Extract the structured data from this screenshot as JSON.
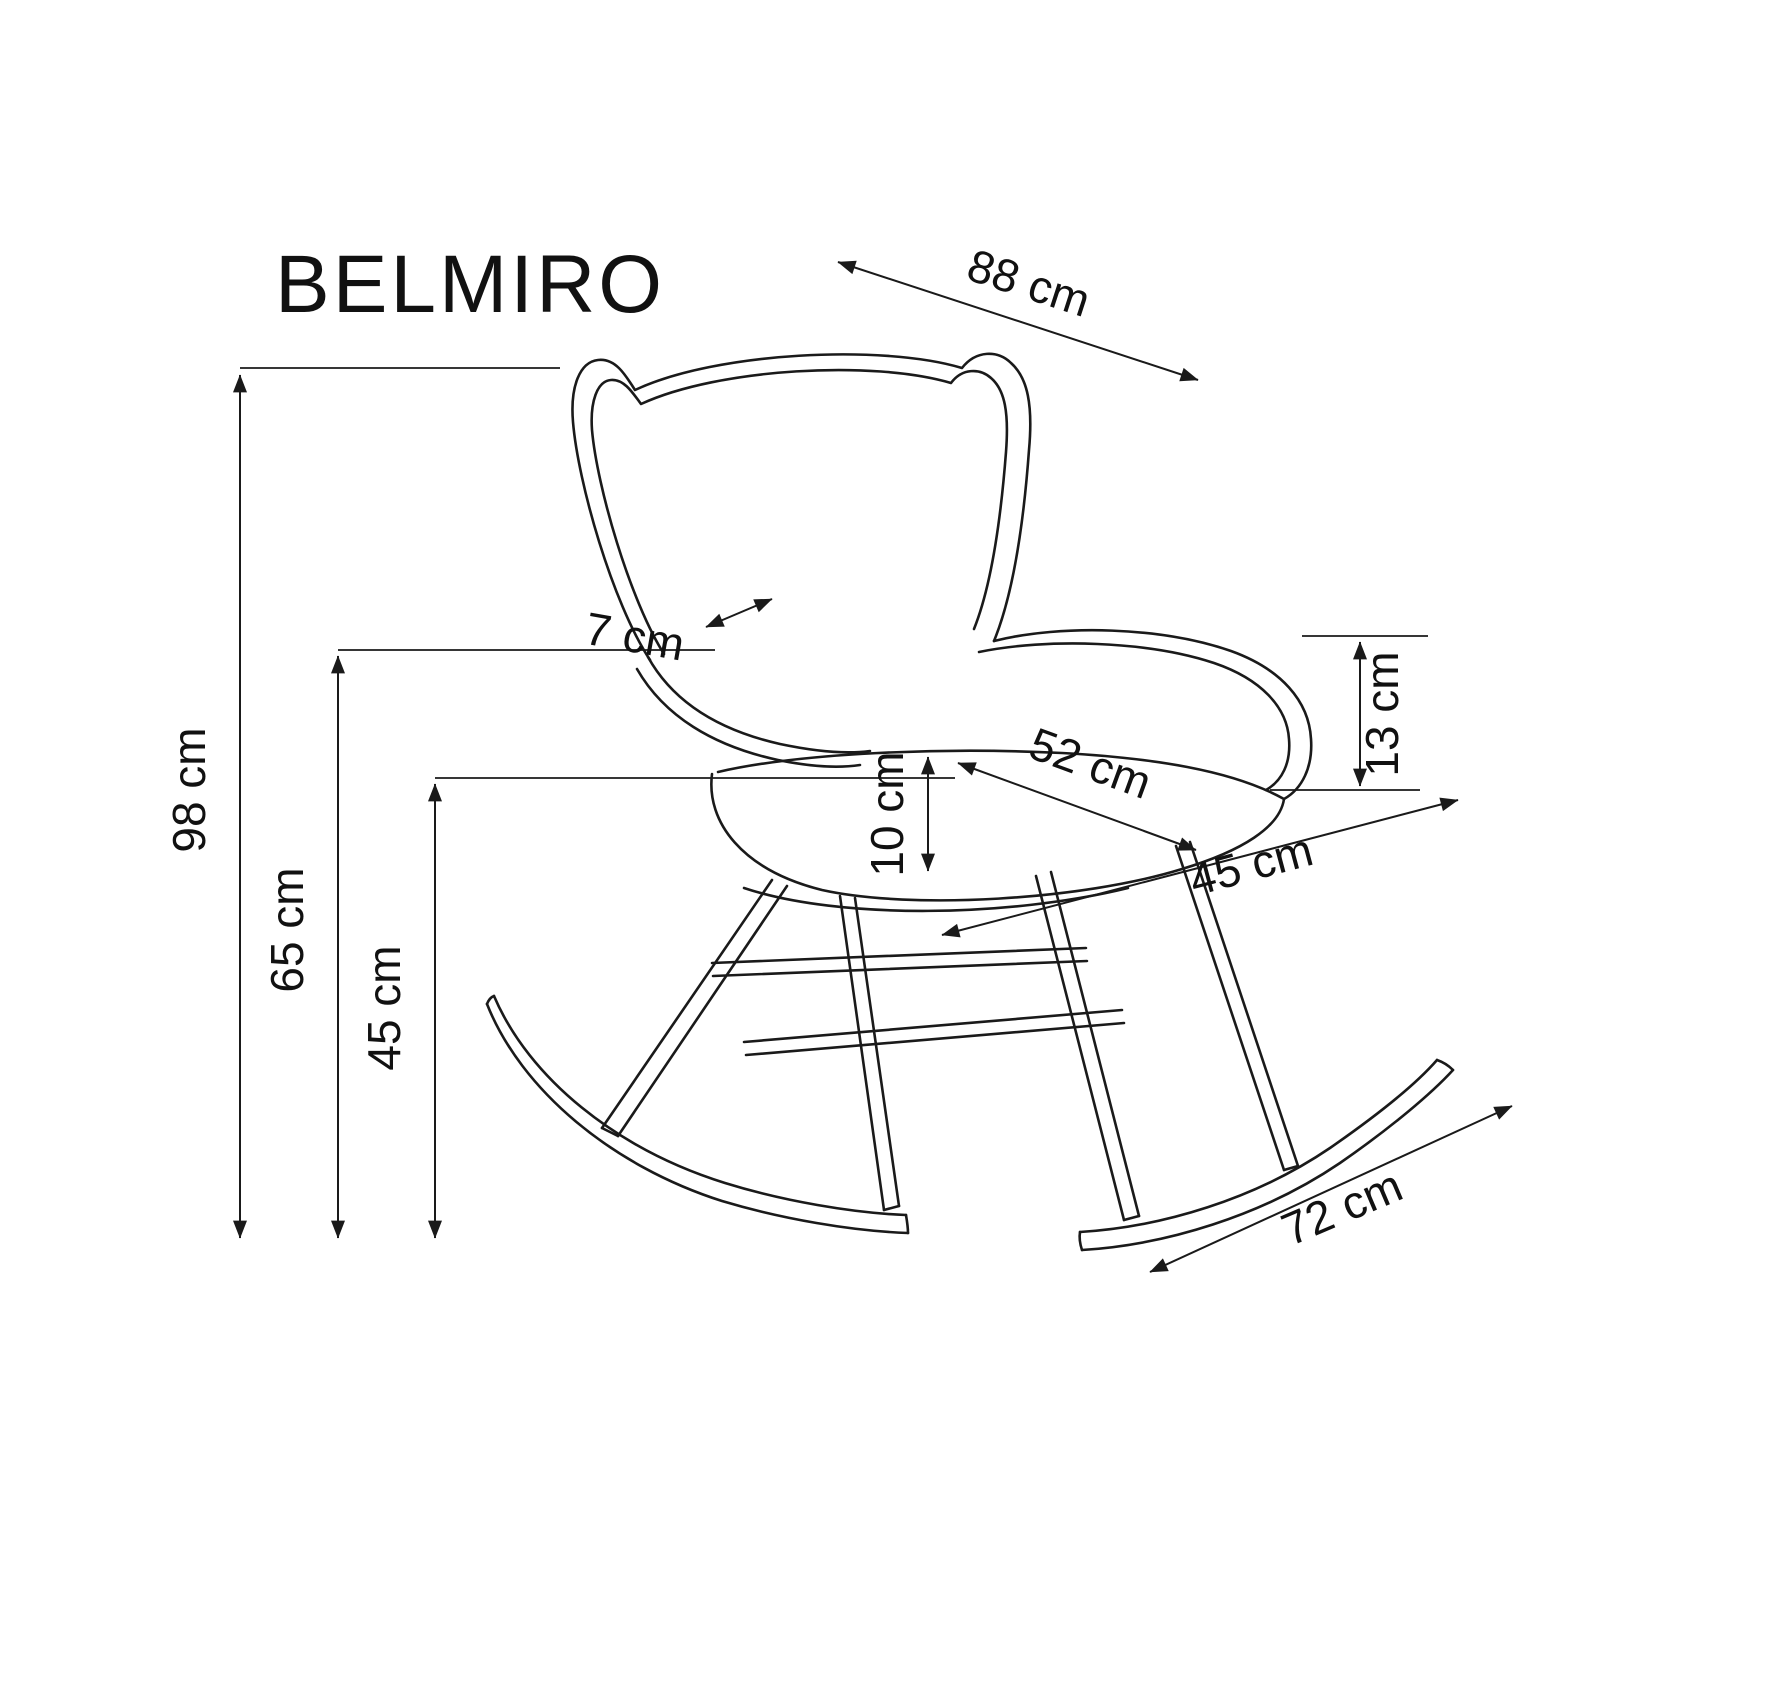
{
  "title": "BELMIRO",
  "units": "cm",
  "colors": {
    "line": "#1a1a1a",
    "background": "#ffffff"
  },
  "dimensions": {
    "back_width": "88 cm",
    "total_height": "98 cm",
    "backrest_height": "65 cm",
    "seat_height": "45 cm",
    "wing_thickness": "7 cm",
    "armrest_height": "13 cm",
    "seat_width": "52 cm",
    "seat_thickness": "10 cm",
    "seat_depth": "45 cm",
    "base_depth": "72 cm"
  }
}
